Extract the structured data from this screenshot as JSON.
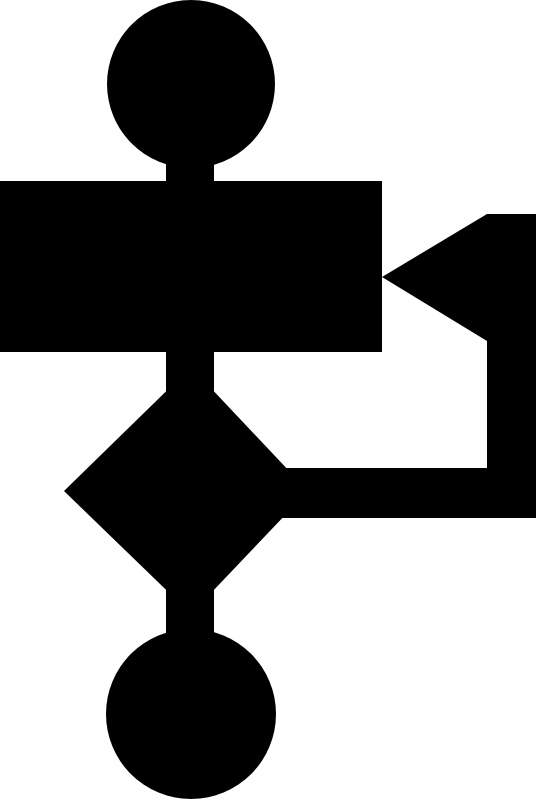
{
  "icon": {
    "name": "flowchart-icon",
    "color": "#000000",
    "background": "#ffffff",
    "elements": [
      "start-terminal-circle",
      "process-rectangle",
      "decision-diamond",
      "loop-back-connector",
      "loop-back-arrowhead",
      "end-terminal-circle"
    ]
  }
}
